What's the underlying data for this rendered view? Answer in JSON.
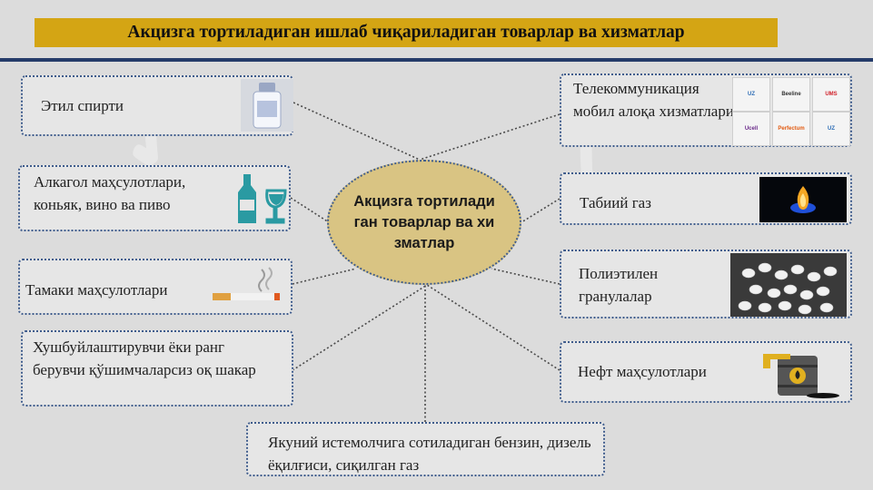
{
  "title": "Акцизга тортиладиган ишлаб чиқариладиган товарлар ва хизматлар",
  "center": "Акцизга тортиладиган товарлар ва хизматлар",
  "left_items": [
    "Этил спирти",
    "Алкагол маҳсулотлари, коньяк, вино ва пиво",
    "Тамаки маҳсулотлари",
    "Хушбуйлаштирувчи ёки ранг берувчи қўшимчаларсиз оқ шакар"
  ],
  "right_items": [
    "Телекоммуникация мобил алоқа хизматлари",
    "Табиий газ",
    "Полиэтилен гранулалар",
    "Нефт маҳсулотлари"
  ],
  "bottom_item": "Якуний истемолчига сотиладиган бензин, дизель ёқилғиси, сиқилган газ",
  "telecom_logos": [
    "Beeline",
    "UMS",
    "Ucell",
    "Perfectum"
  ],
  "colors": {
    "title_bg": "#d4a514",
    "rule": "#253c6a",
    "center_bg": "#d9c483",
    "border": "#3f5c8c"
  }
}
